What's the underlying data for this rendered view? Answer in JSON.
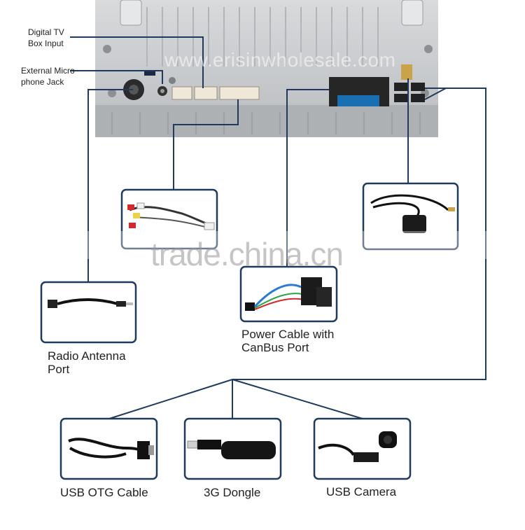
{
  "labels": {
    "digital_tv": "Digital TV\nBox Input",
    "microphone": "External Micro\nphone Jack",
    "radio_antenna": "Radio Antenna\nPort",
    "power_cable": "Power Cable with\nCanBus Port",
    "usb_otg": "USB OTG Cable",
    "dongle_3g": "3G Dongle",
    "usb_camera": "USB Camera"
  },
  "watermarks": {
    "top": "www.erisinwholesale.com",
    "middle": "trade.china.cn"
  },
  "colors": {
    "line": "#1f3a5c",
    "frame": "#1f3a5c",
    "unit_body": "#c9ccce",
    "connector": "#1a6fb3"
  }
}
